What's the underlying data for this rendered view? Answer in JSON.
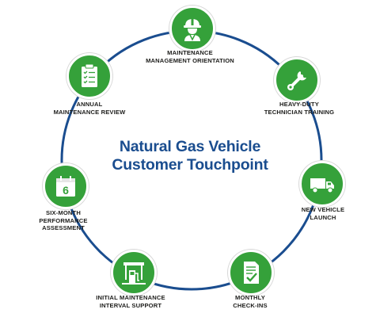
{
  "diagram": {
    "title_lines": [
      "Natural Gas Vehicle",
      "Customer Touchpoint"
    ],
    "colors": {
      "ring": "#1a4d8f",
      "node": "#35a13a",
      "title": "#1a4d8f",
      "label": "#1d1d1b"
    },
    "steps": [
      {
        "icon": "worker-hardhat-icon",
        "lines": [
          "MAINTENANCE",
          "MANAGEMENT ORIENTATION"
        ]
      },
      {
        "icon": "wrench-icon",
        "lines": [
          "HEAVY-DUTY",
          "TECHNICIAN TRAINING"
        ]
      },
      {
        "icon": "truck-icon",
        "lines": [
          "NEW VEHICLE",
          "LAUNCH"
        ]
      },
      {
        "icon": "document-check-icon",
        "lines": [
          "MONTHLY",
          "CHECK-INS"
        ]
      },
      {
        "icon": "fuel-station-icon",
        "lines": [
          "INITIAL MAINTENANCE",
          "INTERVAL SUPPORT"
        ]
      },
      {
        "icon": "calendar-icon",
        "calendar_number": "6",
        "lines": [
          "SIX-MONTH",
          "PERFORMANCE",
          "ASSESSMENT"
        ]
      },
      {
        "icon": "clipboard-checklist-icon",
        "lines": [
          "ANNUAL",
          "MAINTENANCE REVIEW"
        ]
      }
    ]
  }
}
